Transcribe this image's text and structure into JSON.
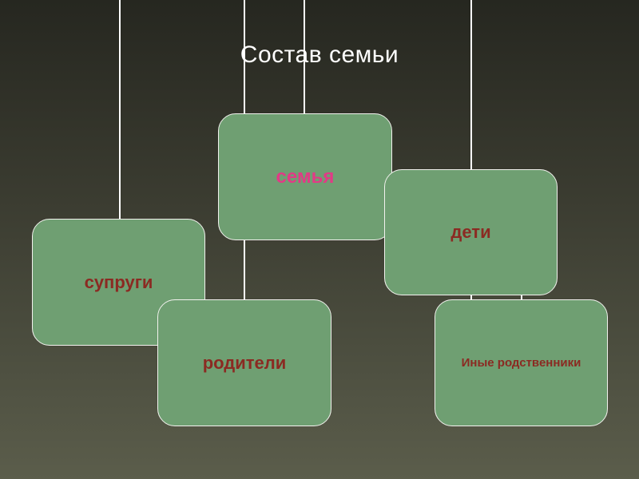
{
  "title": "Состав семьи",
  "nodes": {
    "semya": {
      "label": "семья",
      "color": "#e23a86"
    },
    "deti": {
      "label": "дети",
      "color": "#8b2a22"
    },
    "suprugi": {
      "label": "супруги",
      "color": "#8b2a22"
    },
    "roditeli": {
      "label": "родители",
      "color": "#8b2a22"
    },
    "inye": {
      "label": "Иные родственники",
      "color": "#8b2a22"
    }
  },
  "colors": {
    "box_fill": "#6f9f72",
    "box_border": "#f2f2ee",
    "connector": "#ffffff",
    "title": "#ffffff"
  }
}
